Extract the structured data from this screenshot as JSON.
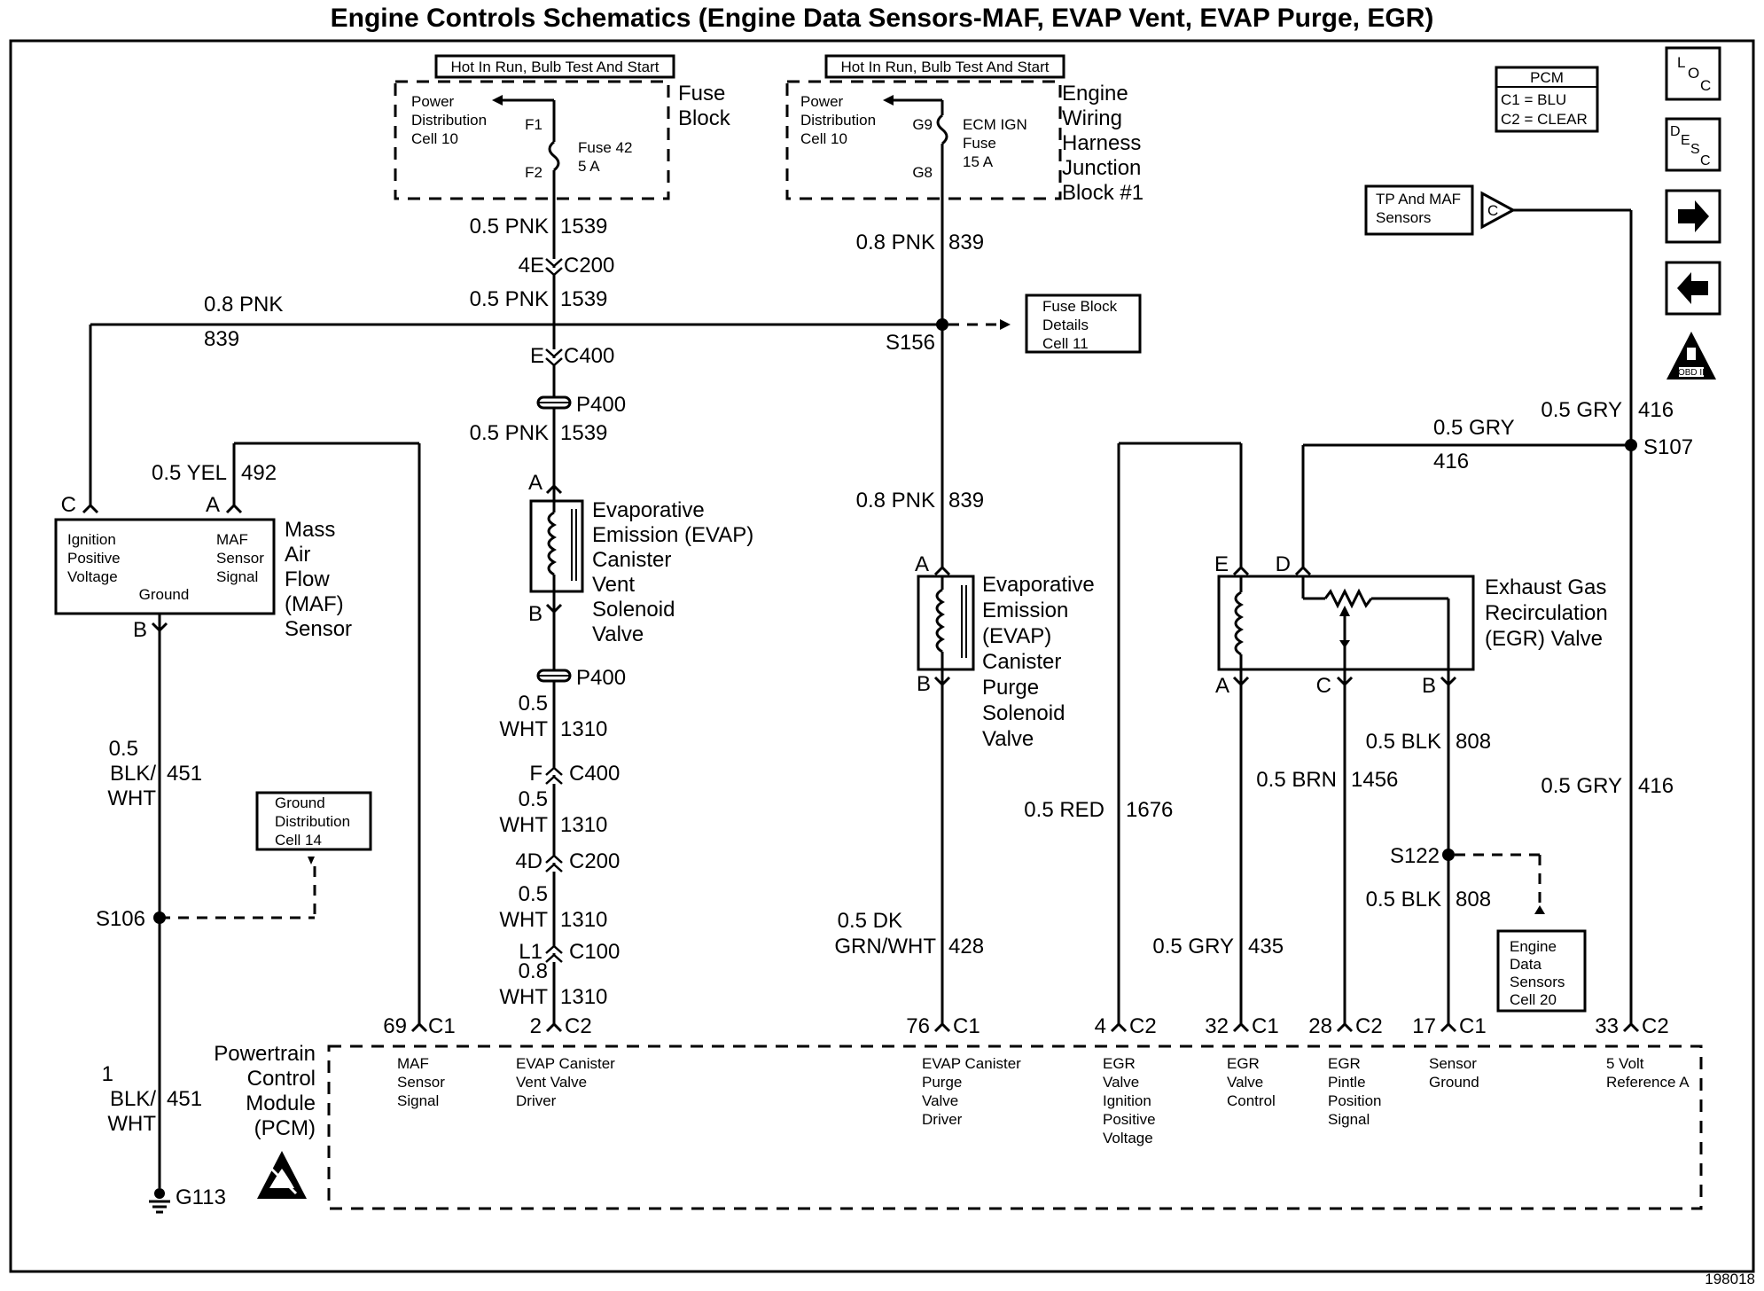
{
  "title": "Engine Controls Schematics (Engine Data Sensors-MAF, EVAP Vent, EVAP Purge, EGR)",
  "figure_number": "198018",
  "fuse_block": {
    "header": "Hot In Run, Bulb Test And Start",
    "power_dist": [
      "Power",
      "Distribution",
      "Cell 10"
    ],
    "pin_top": "F1",
    "pin_bottom": "F2",
    "fuse": [
      "Fuse 42",
      "5 A"
    ],
    "name": [
      "Fuse",
      "Block"
    ]
  },
  "junction_block": {
    "header": "Hot In Run, Bulb Test And Start",
    "power_dist": [
      "Power",
      "Distribution",
      "Cell 10"
    ],
    "pin_top": "G9",
    "pin_bottom": "G8",
    "fuse": [
      "ECM IGN",
      "Fuse",
      "15 A"
    ],
    "name": [
      "Engine",
      "Wiring",
      "Harness",
      "Junction",
      "Block #1"
    ]
  },
  "pcm_legend": {
    "title": "PCM",
    "c1": "C1 = BLU",
    "c2": "C2 = CLEAR"
  },
  "nav_icons": [
    {
      "name": "loc-icon",
      "text": "LOC"
    },
    {
      "name": "desc-icon",
      "text": "DESC"
    },
    {
      "name": "arrow-right-icon",
      "text": ""
    },
    {
      "name": "arrow-left-icon",
      "text": ""
    },
    {
      "name": "obd-ii-icon",
      "text": "OBD II"
    }
  ],
  "refs": {
    "tp_maf": [
      "TP And MAF",
      "Sensors"
    ],
    "tp_maf_conn": "C",
    "fuse_details": [
      "Fuse Block",
      "Details",
      "Cell 11"
    ],
    "ground_dist": [
      "Ground",
      "Distribution",
      "Cell 14"
    ],
    "engine_data": [
      "Engine",
      "Data",
      "Sensors",
      "Cell 20"
    ]
  },
  "wires": {
    "w1539_a_size": "0.5 PNK",
    "w1539_a_num": "1539",
    "c200_top": "4E",
    "c200_top_name": "C200",
    "w1539_b_size": "0.5 PNK",
    "w1539_b_num": "1539",
    "c400_top": "E",
    "c400_top_name": "C400",
    "p400_top": "P400",
    "w1539_c_size": "0.5 PNK",
    "w1539_c_num": "1539",
    "w839_left_size": "0.8 PNK",
    "w839_left_num": "839",
    "w839_a_size": "0.8 PNK",
    "w839_a_num": "839",
    "s156": "S156",
    "w839_b_size": "0.8 PNK",
    "w839_b_num": "839",
    "w492_size": "0.5 YEL",
    "w492_num": "492",
    "w451_a": [
      "0.5",
      "BLK/",
      "WHT"
    ],
    "w451_a_num": "451",
    "s106": "S106",
    "w451_b": [
      "1",
      "BLK/",
      "WHT"
    ],
    "w451_b_num": "451",
    "g113": "G113",
    "p400_bot": "P400",
    "w1310_a": [
      "0.5",
      "WHT"
    ],
    "w1310_a_num": "1310",
    "c400_bot": "F",
    "c400_bot_name": "C400",
    "w1310_b": [
      "0.5",
      "WHT"
    ],
    "w1310_b_num": "1310",
    "c200_bot": "4D",
    "c200_bot_name": "C200",
    "w1310_c": [
      "0.5",
      "WHT"
    ],
    "w1310_c_num": "1310",
    "c100": "L1",
    "c100_name": "C100",
    "w1310_d": [
      "0.8",
      "WHT"
    ],
    "w1310_d_num": "1310",
    "w428": [
      "0.5 DK",
      "GRN/WHT"
    ],
    "w428_num": "428",
    "w1676_size": "0.5 RED",
    "w1676_num": "1676",
    "w435_size": "0.5 GRY",
    "w435_num": "435",
    "w1456_size": "0.5 BRN",
    "w1456_num": "1456",
    "w808_a_size": "0.5 BLK",
    "w808_a_num": "808",
    "s122": "S122",
    "w808_b_size": "0.5 BLK",
    "w808_b_num": "808",
    "w416_top_size": "0.5 GRY",
    "w416_top_num": "416",
    "s107": "S107",
    "w416_branch_size": "0.5 GRY",
    "w416_branch_num": "416",
    "w416_bot_size": "0.5 GRY",
    "w416_bot_num": "416"
  },
  "maf_sensor": {
    "pin_c": "C",
    "pin_a": "A",
    "pin_b": "B",
    "ign": [
      "Ignition",
      "Positive",
      "Voltage"
    ],
    "sig": [
      "MAF",
      "Sensor",
      "Signal"
    ],
    "gnd": "Ground",
    "name": [
      "Mass",
      "Air",
      "Flow",
      "(MAF)",
      "Sensor"
    ]
  },
  "evap_vent": {
    "pin_a": "A",
    "pin_b": "B",
    "name": [
      "Evaporative",
      "Emission (EVAP)",
      "Canister",
      "Vent",
      "Solenoid",
      "Valve"
    ]
  },
  "evap_purge": {
    "pin_a": "A",
    "pin_b": "B",
    "name": [
      "Evaporative",
      "Emission",
      "(EVAP)",
      "Canister",
      "Purge",
      "Solenoid",
      "Valve"
    ]
  },
  "egr_valve": {
    "pin_e": "E",
    "pin_d": "D",
    "pin_a": "A",
    "pin_c": "C",
    "pin_b": "B",
    "name": [
      "Exhaust Gas",
      "Recirculation",
      "(EGR) Valve"
    ]
  },
  "pcm": {
    "name": [
      "Powertrain",
      "Control",
      "Module",
      "(PCM)"
    ],
    "pins": [
      {
        "num": "69",
        "conn": "C1",
        "label": [
          "MAF",
          "Sensor",
          "Signal"
        ]
      },
      {
        "num": "2",
        "conn": "C2",
        "label": [
          "EVAP Canister",
          "Vent Valve",
          "Driver"
        ]
      },
      {
        "num": "76",
        "conn": "C1",
        "label": [
          "EVAP Canister",
          "Purge",
          "Valve",
          "Driver"
        ]
      },
      {
        "num": "4",
        "conn": "C2",
        "label": [
          "EGR",
          "Valve",
          "Ignition",
          "Positive",
          "Voltage"
        ]
      },
      {
        "num": "32",
        "conn": "C1",
        "label": [
          "EGR",
          "Valve",
          "Control"
        ]
      },
      {
        "num": "28",
        "conn": "C2",
        "label": [
          "EGR",
          "Pintle",
          "Position",
          "Signal"
        ]
      },
      {
        "num": "17",
        "conn": "C1",
        "label": [
          "Sensor",
          "Ground"
        ]
      },
      {
        "num": "33",
        "conn": "C2",
        "label": [
          "5 Volt",
          "Reference A"
        ]
      }
    ]
  }
}
